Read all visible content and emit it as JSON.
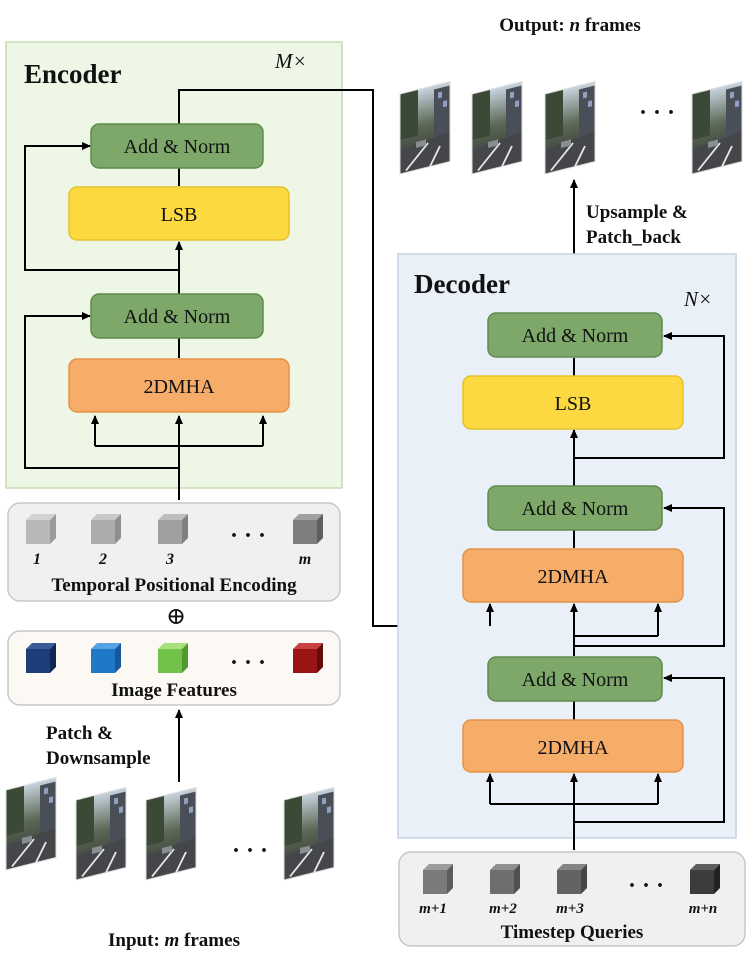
{
  "encoder": {
    "title": "Encoder",
    "repeat": "M×",
    "add_norm_top": "Add & Norm",
    "lsb": "LSB",
    "add_norm_bottom": "Add & Norm",
    "attention": "2DMHA"
  },
  "decoder": {
    "title": "Decoder",
    "repeat": "N×",
    "add_norm_top": "Add & Norm",
    "lsb": "LSB",
    "add_norm_mid": "Add & Norm",
    "cross_attention": "2DMHA",
    "add_norm_bottom": "Add & Norm",
    "self_attention": "2DMHA"
  },
  "temporal_encoding": {
    "label": "Temporal Positional Encoding",
    "indices": [
      "1",
      "2",
      "3",
      "m"
    ],
    "ellipsis": "· · ·"
  },
  "image_features": {
    "label": "Image Features",
    "ellipsis": "· · ·",
    "colors": [
      "#1d3d7a",
      "#1f78c8",
      "#72c24a",
      "#9a1414"
    ]
  },
  "timestep_queries": {
    "label": "Timestep Queries",
    "indices": [
      "m+1",
      "m+2",
      "m+3",
      "m+n"
    ],
    "ellipsis": "· · ·"
  },
  "plus_symbol": "⊕",
  "patch_downsample": [
    "Patch &",
    "Downsample"
  ],
  "upsample_patch_back": [
    "Upsample &",
    "Patch_back"
  ],
  "input": {
    "prefix": "Input: ",
    "var": "m",
    "suffix": " frames",
    "ellipsis": "· · ·"
  },
  "output": {
    "prefix": "Output: ",
    "var": "n",
    "suffix": " frames",
    "ellipsis": "· · ·"
  },
  "colors": {
    "encoder_bg": "#eef6e6",
    "decoder_bg": "#eaf0f8",
    "add_norm": "#7da86a",
    "lsb": "#fcd940",
    "attention": "#f7ad6a",
    "panel": "#f0f0f0",
    "feature_panel": "#fcf8f4"
  }
}
